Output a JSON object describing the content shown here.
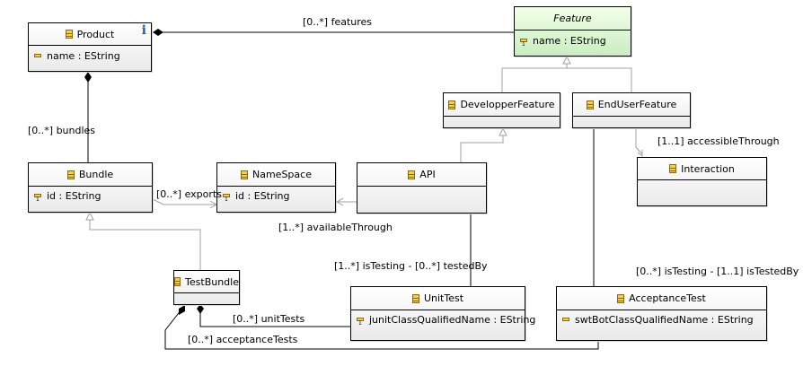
{
  "classes": {
    "product": {
      "name": "Product",
      "attribute": "name : EString",
      "info_icon": "i"
    },
    "feature": {
      "name": "Feature",
      "attribute": "name : EString"
    },
    "developper_feature": {
      "name": "DevelopperFeature"
    },
    "end_user_feature": {
      "name": "EndUserFeature"
    },
    "bundle": {
      "name": "Bundle",
      "attribute": "id : EString"
    },
    "namespace": {
      "name": "NameSpace",
      "attribute": "id : EString"
    },
    "api": {
      "name": "API"
    },
    "interaction": {
      "name": "Interaction"
    },
    "test_bundle": {
      "name": "TestBundle"
    },
    "unit_test": {
      "name": "UnitTest",
      "attribute": "junitClassQualifiedName : EString"
    },
    "acceptance_test": {
      "name": "AcceptanceTest",
      "attribute": "swtBotClassQualifiedName : EString"
    }
  },
  "relations": {
    "features": "[0..*] features",
    "bundles": "[0..*] bundles",
    "exports": "[0..*] exports",
    "available_through": "[1..*] availableThrough",
    "accessible_through": "[1..1] accessibleThrough",
    "unit_is_testing": "[1..*] isTesting - [0..*] testedBy",
    "acceptance_is_testing": "[0..*] isTesting - [1..1] isTestedBy",
    "unit_tests": "[0..*] unitTests",
    "acceptance_tests": "[0..*] acceptanceTests"
  },
  "colors": {
    "abstract_fill": "#c8eec0",
    "class_fill": "#eaeaea",
    "line": "#000000",
    "generalization_line": "#a0a0a0"
  }
}
